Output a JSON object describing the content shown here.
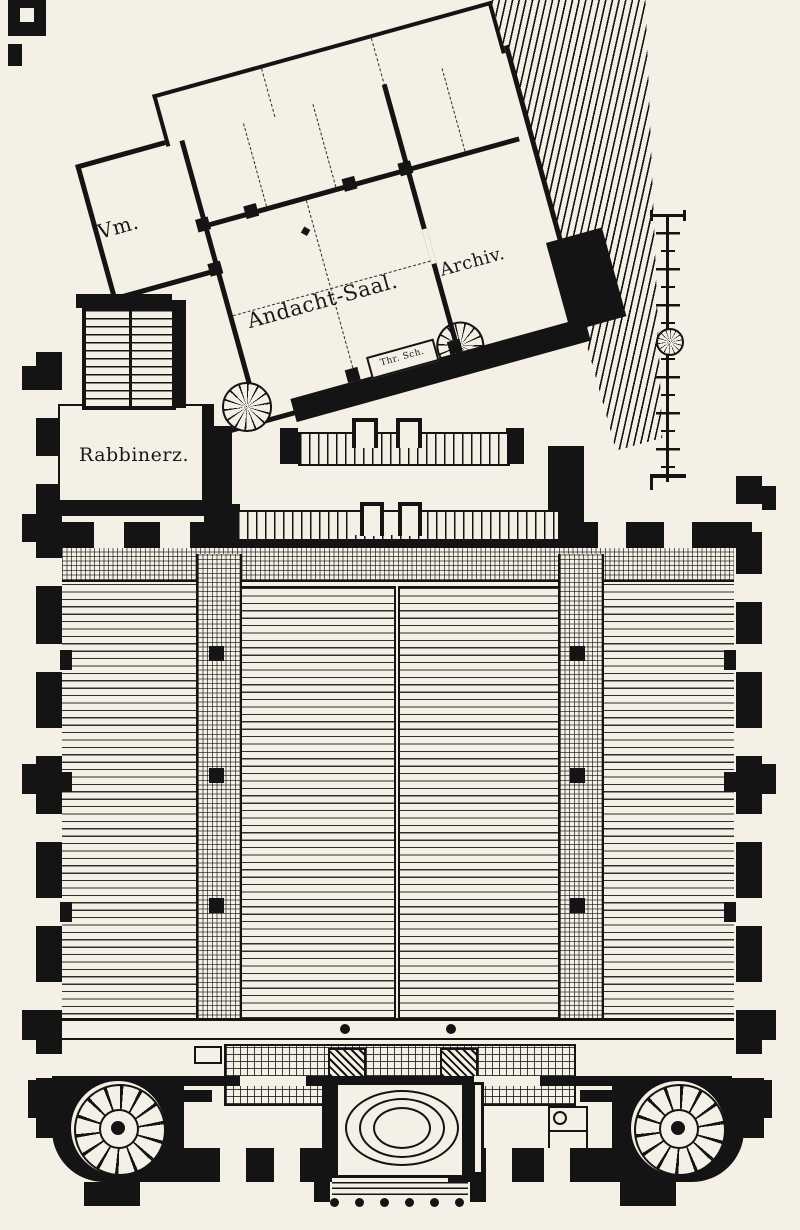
{
  "labels": {
    "vm": "Vm.",
    "andacht_saal": "Andacht-Saal.",
    "archiv": "Archiv.",
    "rabbinerz": "Rabbinerz.",
    "thr_sch": "Thr. Sch."
  },
  "colors": {
    "ink": "#141414",
    "paper": "#f4f0e6"
  }
}
